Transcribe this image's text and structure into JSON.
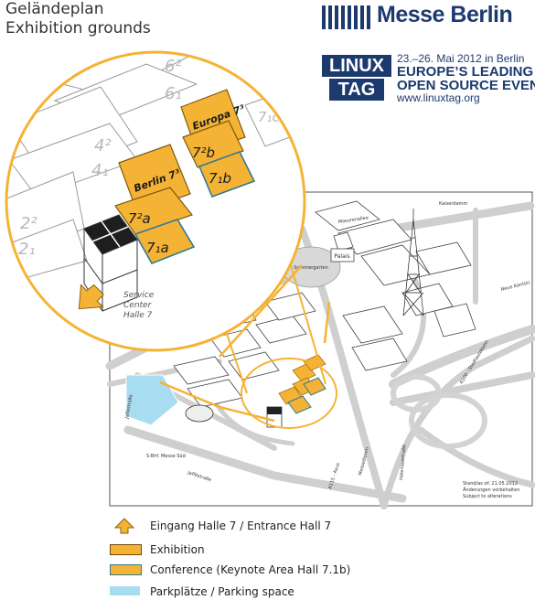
{
  "header": {
    "title_de": "Geländeplan",
    "title_en": "Exhibition grounds"
  },
  "logos": {
    "messe_berlin": "Messe Berlin",
    "linuxtag_top": "LINUX",
    "linuxtag_bottom": "TAG"
  },
  "event": {
    "date": "23.–26. Mai 2012 in Berlin",
    "line1": "EUROPE’S LEADING",
    "line2": "OPEN SOURCE EVENT",
    "url": "www.linuxtag.org"
  },
  "zoom": {
    "halls_grey": [
      "6²",
      "6₁",
      "4²",
      "4₁",
      "2²",
      "2₁",
      "7₁c"
    ],
    "halls_exhibition": [
      "Europa 7³",
      "7²b",
      "Berlin 7³",
      "7²a"
    ],
    "halls_conference": [
      "7₁b",
      "7₁a"
    ],
    "service_center": [
      "Service",
      "Center",
      "Halle 7"
    ]
  },
  "map": {
    "streets": [
      "Kaiserdamm",
      "Masurenallee",
      "Messedamm",
      "Jafféstraße",
      "A100 - Stadtautobahn",
      "A115 - Avus",
      "Halenseestraße",
      "Sommergarten",
      "Palais",
      "S-Bhf. Messe Süd",
      "Neue Kantstr."
    ],
    "stand": [
      "Stand/as of: 21.05.2012",
      "Änderungen vorbehalten",
      "Subject to alterations"
    ]
  },
  "legend": {
    "entrance": "Eingang Halle 7 / Entrance Hall 7",
    "exhibition": "Exhibition",
    "conference": "Conference (Keynote Area Hall 7.1b)",
    "parking": "Parkplätze / Parking space"
  },
  "colors": {
    "orange": "#f5b335",
    "dark_orange": "#c98a12",
    "teal": "#4a8fa3",
    "navy": "#1d3a6e",
    "parking": "#a8dcf0",
    "grey": "#d8d8d8"
  }
}
